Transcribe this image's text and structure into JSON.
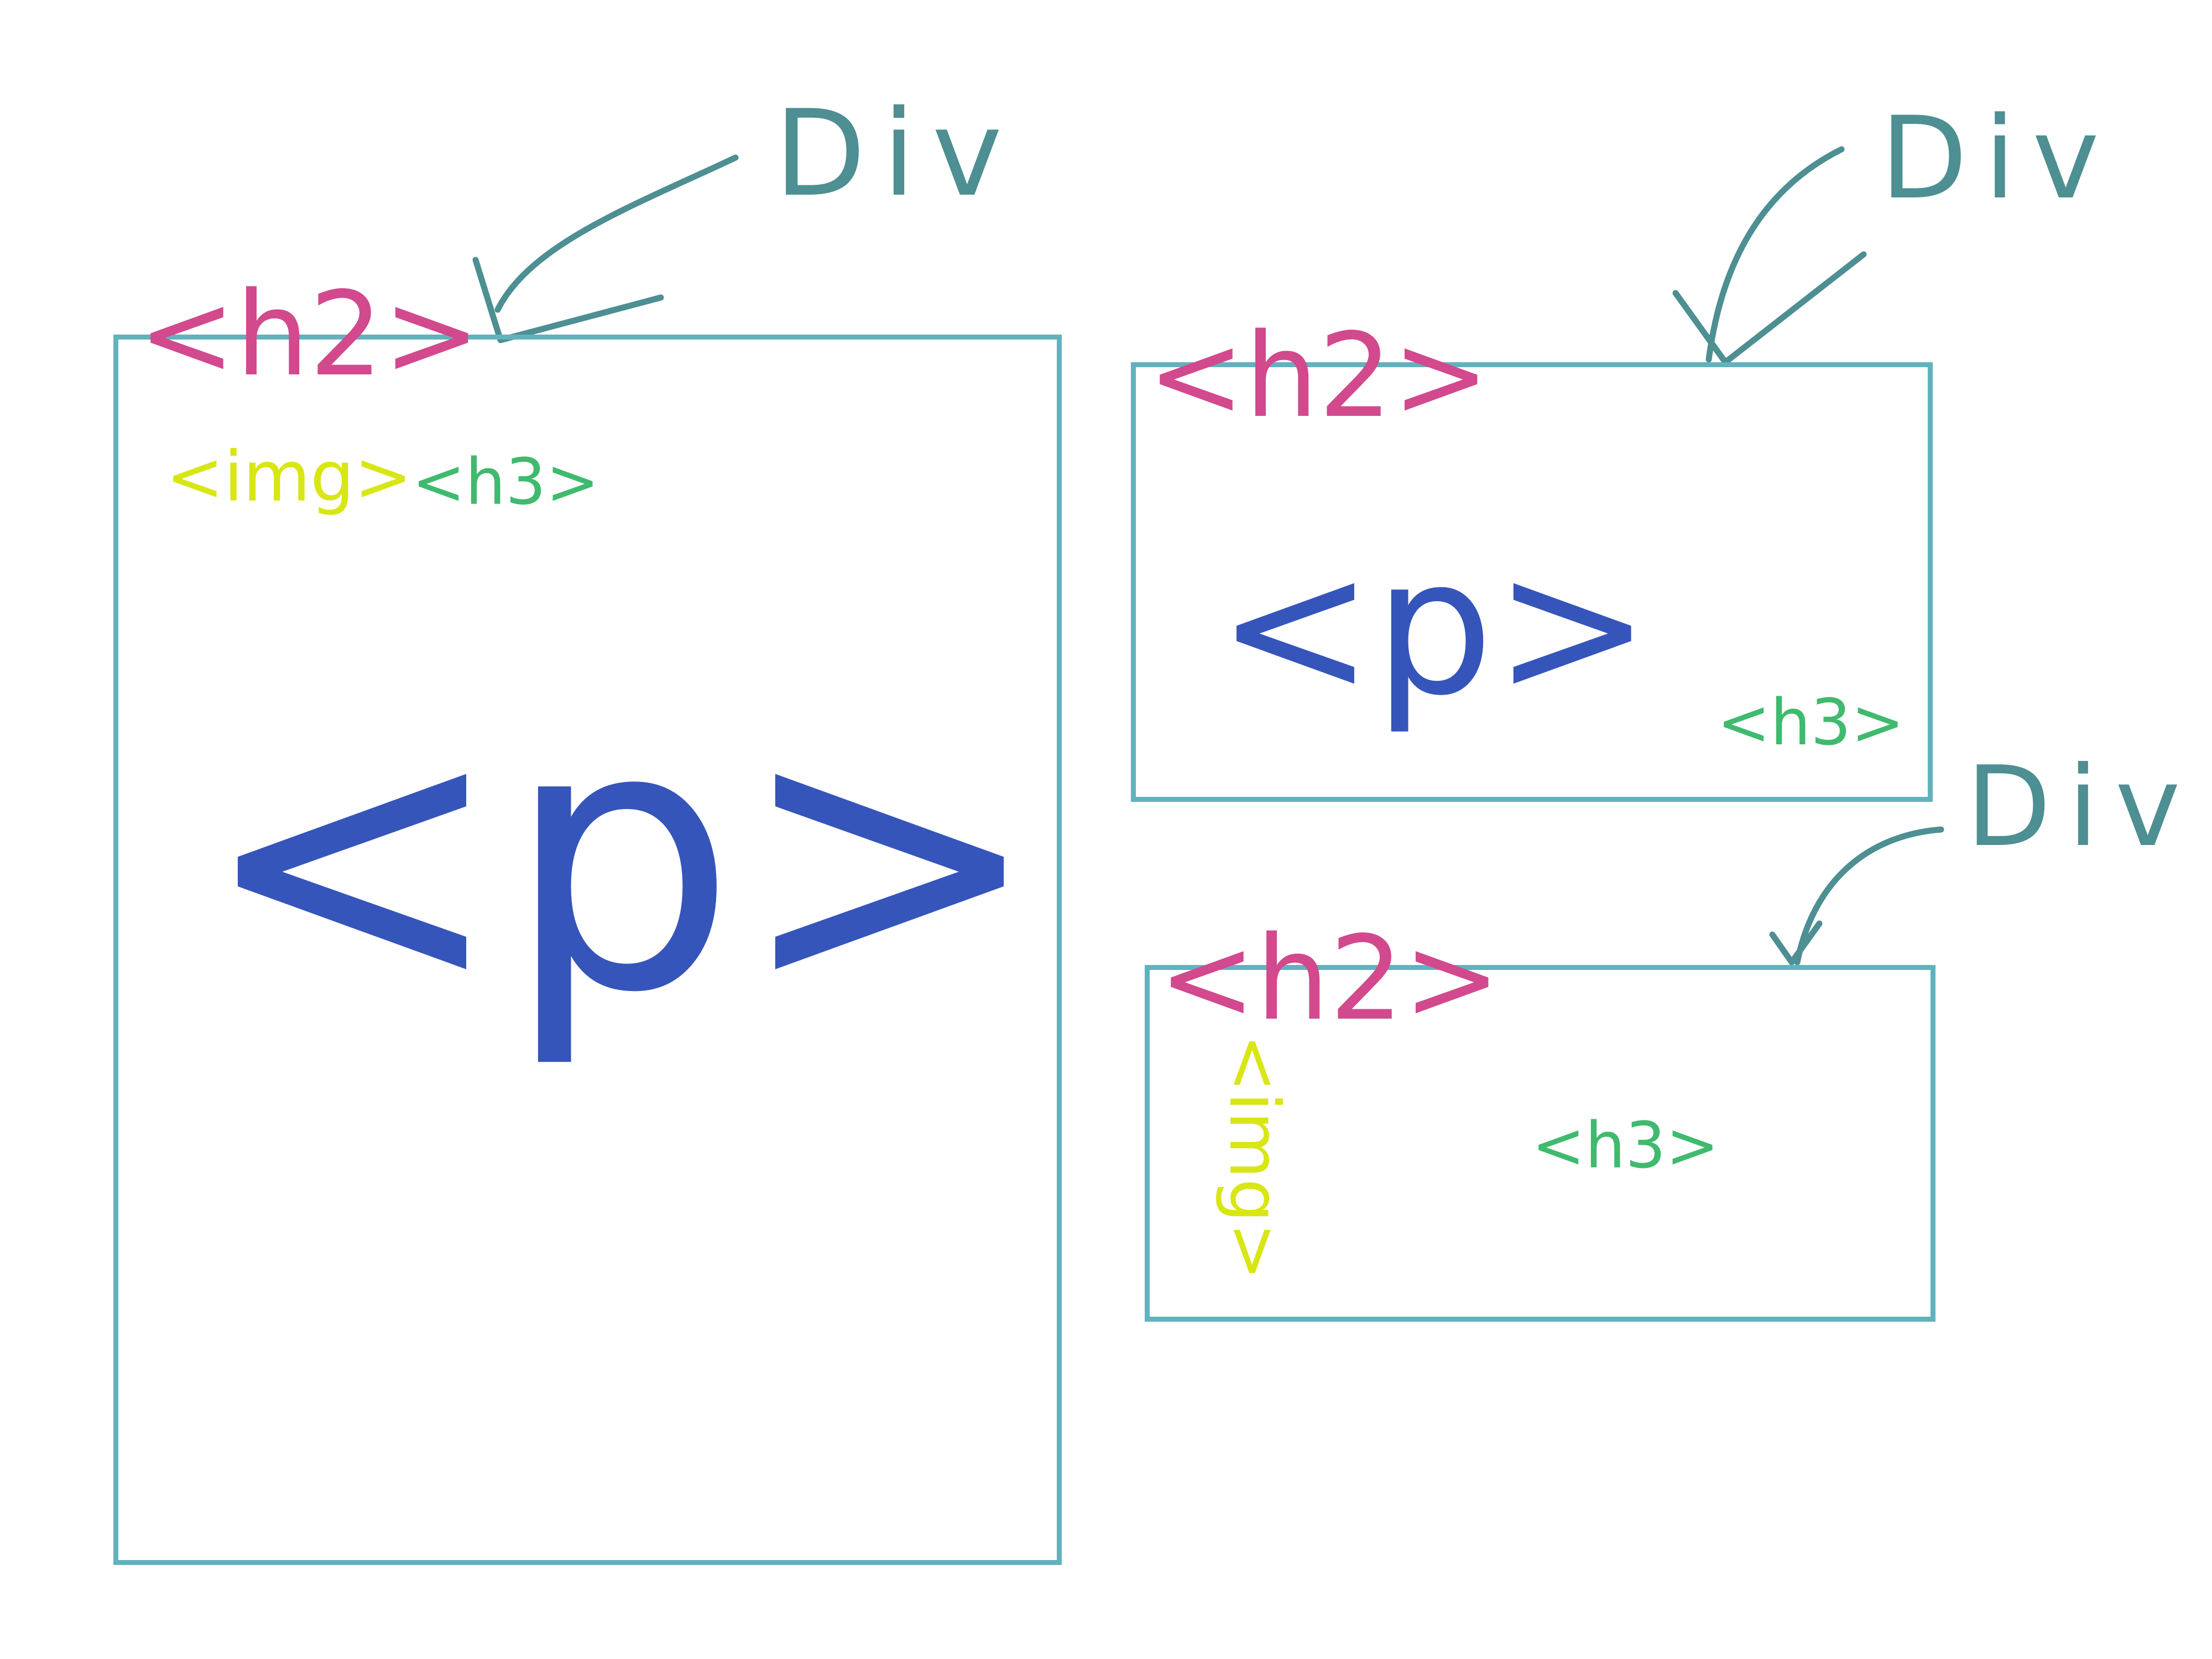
{
  "colors": {
    "box_border": "#62b2be",
    "h2": "#d2498d",
    "h3": "#3fba6e",
    "img": "#d8e614",
    "p": "#3555bb",
    "handwriting": "#4d8f92"
  },
  "boxes": [
    {
      "annotation": "Div",
      "h2": "<h2>",
      "img": "<img>",
      "h3": "<h3>",
      "p": "<p>"
    },
    {
      "annotation": "Div",
      "h2": "<h2>",
      "p": "<p>",
      "h3": "<h3>"
    },
    {
      "annotation": "Div",
      "h2": "<h2>",
      "img": "<img>",
      "h3": "<h3>"
    }
  ]
}
